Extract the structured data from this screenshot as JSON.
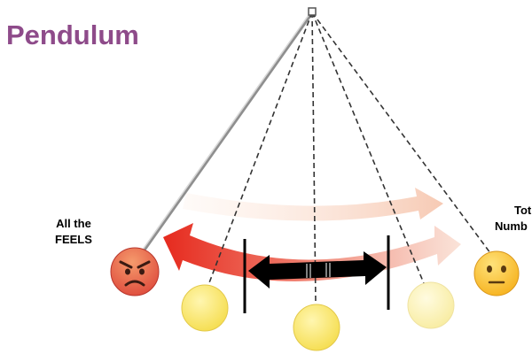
{
  "title": "Pendulum",
  "left_label": {
    "line1": "All the",
    "line2": "FEELS"
  },
  "right_label": {
    "line1": "Tot",
    "line2": "Numb"
  },
  "icons": {
    "left_bob": "angry-face-icon",
    "right_bob": "neutral-face-icon"
  },
  "colors": {
    "title": "#8e4b8a",
    "bob_yellow": "#fbe96a",
    "angry_face": "#e85a3b",
    "neutral_face": "#fbc531",
    "arrow_red": "#e62a1e",
    "arrow_faint": "#f6c7b0"
  }
}
